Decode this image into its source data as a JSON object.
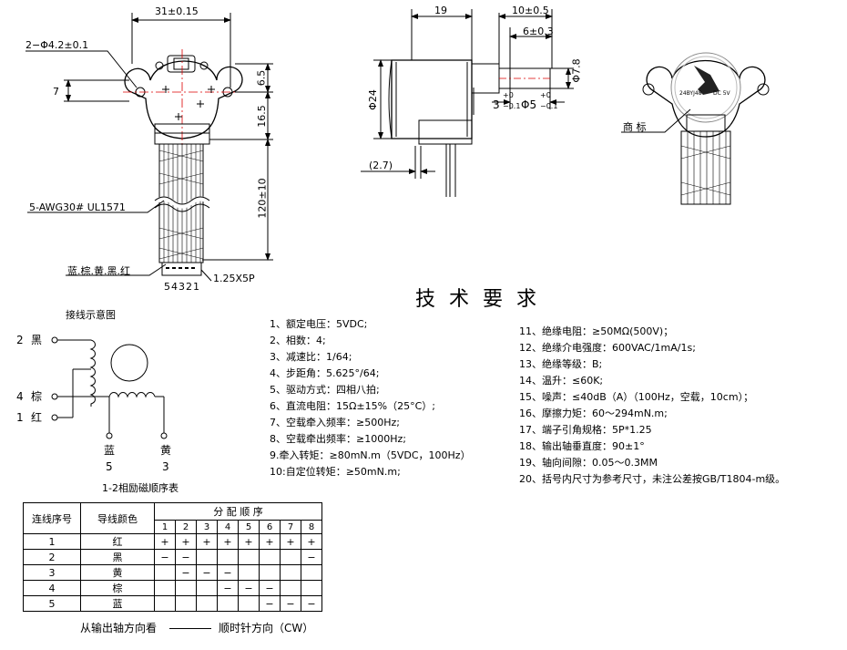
{
  "front_view": {
    "dim_width": "31±0.15",
    "dim_holes": "2−Φ4.2±0.1",
    "dim_7": "7",
    "dim_6_5": "6.5",
    "dim_16_5": "16.5",
    "dim_120": "120±10",
    "wire_spec": "5-AWG30# UL1571",
    "wire_colors": "蓝.棕.黄.黑.红",
    "pin_numbers": "54321",
    "connector": "1.25X5P"
  },
  "side_view": {
    "dim_19": "19",
    "dim_10": "10±0.5",
    "dim_6": "6±0.3",
    "dim_24": "Φ24",
    "dim_7_8": "Φ7.8",
    "dim_3": "3",
    "dim_3_tol_top": "+0",
    "dim_3_tol_bot": "−0.1",
    "dim_5": "Φ5",
    "dim_5_tol_top": "+0",
    "dim_5_tol_bot": "−0.1",
    "dim_2_7": "(2.7)"
  },
  "label_view": {
    "trademark": "商 标",
    "model": "24BYJ48",
    "voltage": "DC 5V"
  },
  "wiring": {
    "title": "接线示意图",
    "wire2": "黑",
    "wire2_num": "2",
    "wire4": "棕",
    "wire4_num": "4",
    "wire1": "红",
    "wire1_num": "1",
    "wire5": "蓝",
    "wire5_num": "5",
    "wire3": "黄",
    "wire3_num": "3",
    "caption": "1-2相励磁顺序表"
  },
  "tech_title": "技 术 要 求",
  "specs_left": [
    "1、额定电压：5VDC;",
    "2、相数：4;",
    "3、减速比：1/64;",
    "4、步距角：5.625°/64;",
    "5、驱动方式：四相八拍;",
    "6、直流电阻：15Ω±15%（25°C）;",
    "7、空载牵入频率：≥500Hz;",
    "8、空载牵出频率：≥1000Hz;",
    "9.牵入转矩：≥80mN.m（5VDC，100Hz）",
    "10:自定位转矩：≥50mN.m;"
  ],
  "specs_right": [
    "11、绝缘电阻：≥50MΩ(500V)；",
    "12、绝缘介电强度：600VAC/1mA/1s;",
    "13、绝缘等级：B;",
    "14、温升：≤60K;",
    "15、噪声：≤40dB（A）（100Hz，空载，10cm）；",
    "16、摩擦力矩：60～294mN.m;",
    "17、端子引角规格：5P*1.25",
    "18、输出轴垂直度：90±1°",
    "19、轴向间隙：0.05～0.3MM",
    "20、括号内尺寸为参考尺寸，未注公差按GB/T1804-m级。"
  ],
  "table": {
    "col_wire_no": "连线序号",
    "col_color": "导线颜色",
    "col_seq": "分 配 顺 序",
    "steps": [
      "1",
      "2",
      "3",
      "4",
      "5",
      "6",
      "7",
      "8"
    ],
    "rows": [
      {
        "no": "1",
        "color": "红",
        "cells": [
          "+",
          "+",
          "+",
          "+",
          "+",
          "+",
          "+",
          "+"
        ]
      },
      {
        "no": "2",
        "color": "黑",
        "cells": [
          "−",
          "−",
          "",
          "",
          "",
          "",
          "",
          "−"
        ]
      },
      {
        "no": "3",
        "color": "黄",
        "cells": [
          "",
          "−",
          "−",
          "−",
          "",
          "",
          "",
          ""
        ]
      },
      {
        "no": "4",
        "color": "棕",
        "cells": [
          "",
          "",
          "",
          "−",
          "−",
          "−",
          "",
          ""
        ]
      },
      {
        "no": "5",
        "color": "蓝",
        "cells": [
          "",
          "",
          "",
          "",
          "",
          "−",
          "−",
          "−"
        ]
      }
    ],
    "footer_left": "从输出轴方向看",
    "footer_right": "顺时针方向（CW）"
  }
}
